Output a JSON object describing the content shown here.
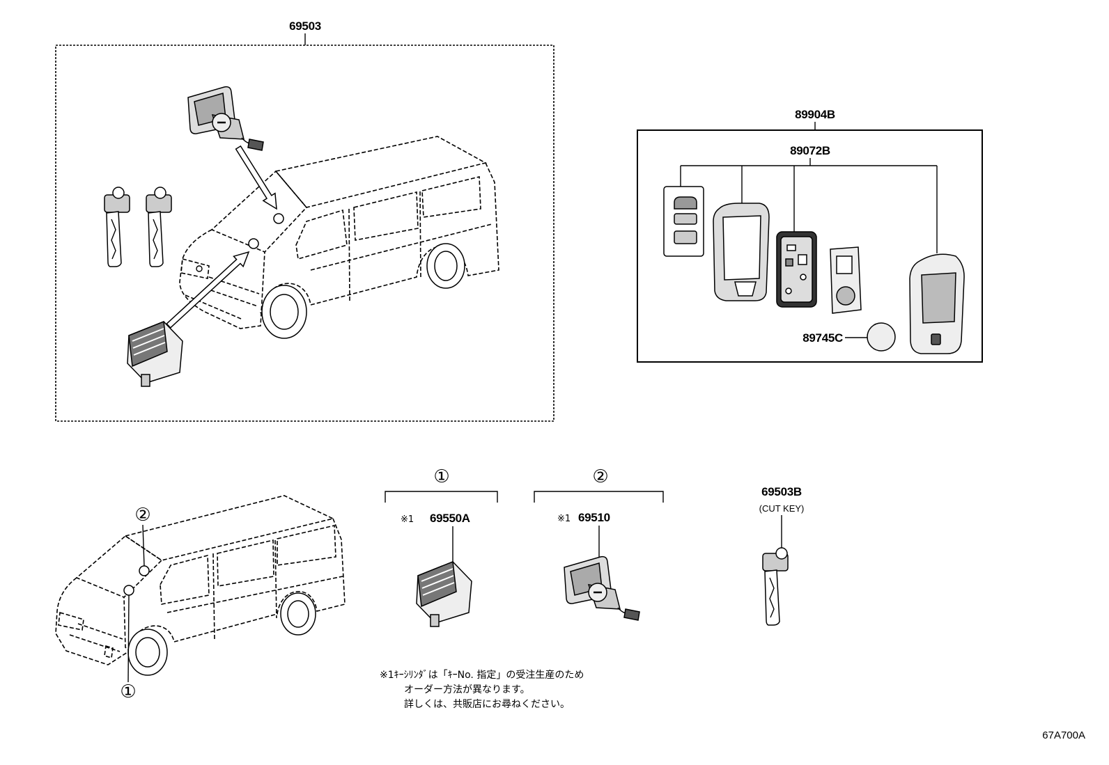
{
  "top_assembly": {
    "part_number": "69503"
  },
  "smart_key_box": {
    "part_number": "89904B",
    "transmitter_part_number": "89072B",
    "battery_part_number": "89745C"
  },
  "vehicle_callouts": {
    "marker_two": "②",
    "marker_one": "①"
  },
  "group_one": {
    "marker": "①",
    "note_ref": "※1",
    "part_number": "69550A"
  },
  "group_two": {
    "marker": "②",
    "note_ref": "※1",
    "part_number": "69510"
  },
  "cut_key": {
    "part_number": "69503B",
    "caption": "(CUT KEY)"
  },
  "note": {
    "lines": [
      "※1ｷｰｼﾘﾝﾀﾞは「ｷｰNo. 指定」の受注生産のため",
      "オーダー方法が異なります。",
      "詳しくは、共販店にお尋ねください。"
    ]
  },
  "illustration_code": "67A700A"
}
